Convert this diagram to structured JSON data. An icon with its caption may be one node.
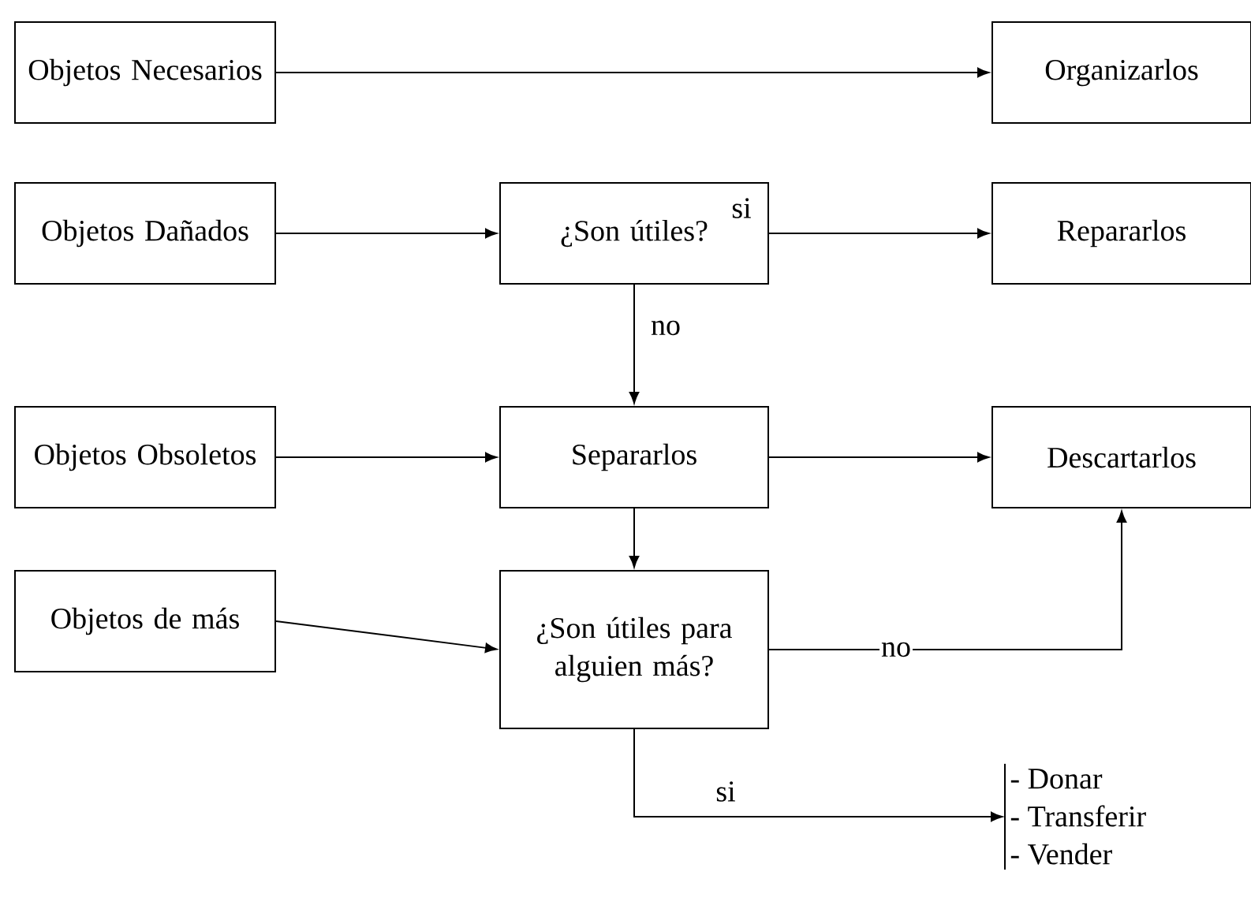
{
  "diagram": {
    "nodes": [
      {
        "text": [
          "Objetos Necesarios"
        ]
      },
      {
        "text": [
          "Organizarlos"
        ]
      },
      {
        "text": [
          "Objetos Dañados"
        ]
      },
      {
        "text": [
          "¿Son útiles?"
        ]
      },
      {
        "text": [
          "Repararlos"
        ]
      },
      {
        "text": [
          "Objetos Obsoletos"
        ]
      },
      {
        "text": [
          "Separarlos"
        ]
      },
      {
        "text": [
          "Descartarlos"
        ]
      },
      {
        "text": [
          "Objetos de más"
        ]
      },
      {
        "text": [
          "¿Son útiles para alguien más?"
        ]
      },
      {
        "text": [
          "- Donar",
          "- Transferir",
          "- Vender"
        ]
      }
    ],
    "edges": [
      {
        "from": 0,
        "to": 1,
        "arrow": "to"
      },
      {
        "from": 2,
        "to": 3,
        "arrow": "to"
      },
      {
        "from": 3,
        "to": 4,
        "arrow": "to",
        "label": "si"
      },
      {
        "from": 3,
        "to": 6,
        "arrow": "to",
        "label": "no"
      },
      {
        "from": 5,
        "to": 6,
        "arrow": "to"
      },
      {
        "from": 6,
        "to": 7,
        "arrow": "to"
      },
      {
        "from": 6,
        "to": 9,
        "arrow": "to"
      },
      {
        "from": 8,
        "to": 9,
        "arrow": "to"
      },
      {
        "from": 9,
        "to": 7,
        "arrow": "to",
        "label": "no"
      },
      {
        "from": 9,
        "to": 10,
        "arrow": "to",
        "label": "si"
      }
    ]
  }
}
